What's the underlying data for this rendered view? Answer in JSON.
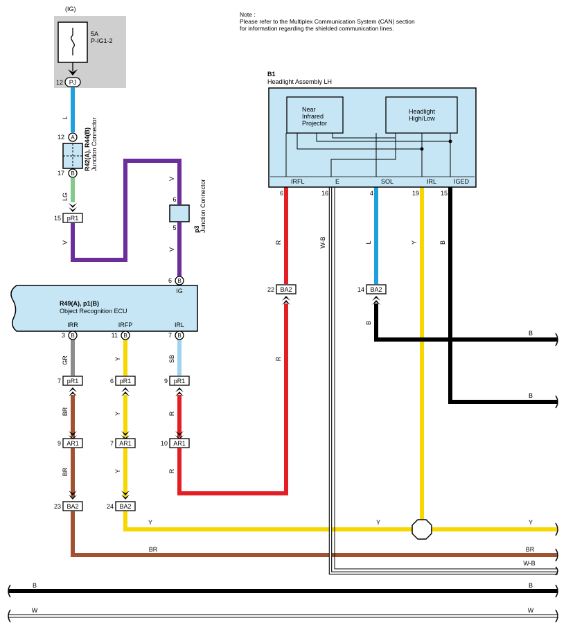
{
  "note": {
    "line1": "Note :",
    "line2": "Please refer to the Multiplex Communication System (CAN) section",
    "line3": "for information regarding the shielded communication lines."
  },
  "fuse": {
    "supply": "(IG)",
    "rating": "5A",
    "name": "P-IG1-2",
    "pin": "12",
    "connector": "PJ"
  },
  "junction_r42": {
    "name": "R42(A), R44(B)",
    "desc": "Junction Connector",
    "pin_top": "12",
    "pin_top_conn": "A",
    "pin_bottom": "17",
    "pin_bottom_conn": "B"
  },
  "junction_p3": {
    "name": "p3",
    "desc": "Junction Connector",
    "pin_top": "6",
    "pin_bottom": "5"
  },
  "ecu": {
    "name": "R49(A), p1(B)",
    "desc": "Object Recognition ECU",
    "ig_label": "IG",
    "ig_pin": "6",
    "ig_conn": "B",
    "terminals": [
      {
        "label": "IRR",
        "pin": "3",
        "conn": "B"
      },
      {
        "label": "IRFP",
        "pin": "11",
        "conn": "B"
      },
      {
        "label": "IRL",
        "pin": "7",
        "conn": "B"
      }
    ]
  },
  "headlight": {
    "name": "B1",
    "desc": "Headlight Assembly LH",
    "box_projector": [
      "Near",
      "Infrared",
      "Projector"
    ],
    "box_headlight": [
      "Headlight",
      "High/Low"
    ],
    "terminals": [
      {
        "label": "IRFL",
        "pin": "6"
      },
      {
        "label": "E",
        "pin": "16"
      },
      {
        "label": "SOL",
        "pin": "4"
      },
      {
        "label": "IRL",
        "pin": "19"
      },
      {
        "label": "IGED",
        "pin": "15"
      }
    ]
  },
  "connectors": {
    "pR1_top": {
      "pin": "15",
      "name": "pR1"
    },
    "pR1_row": [
      {
        "pin": "7",
        "name": "pR1"
      },
      {
        "pin": "6",
        "name": "pR1"
      },
      {
        "pin": "9",
        "name": "pR1"
      }
    ],
    "AR1_row": [
      {
        "pin": "9",
        "name": "AR1"
      },
      {
        "pin": "7",
        "name": "AR1"
      },
      {
        "pin": "10",
        "name": "AR1"
      }
    ],
    "BA2_row": [
      {
        "pin": "23",
        "name": "BA2"
      },
      {
        "pin": "24",
        "name": "BA2"
      }
    ],
    "BA2_irfl": {
      "pin": "22",
      "name": "BA2"
    },
    "BA2_sol": {
      "pin": "14",
      "name": "BA2"
    }
  },
  "wire_labels": {
    "L": "L",
    "LG": "LG",
    "V": "V",
    "GR": "GR",
    "Y": "Y",
    "SB": "SB",
    "BR": "BR",
    "R": "R",
    "B": "B",
    "W": "W",
    "WB": "W-B"
  },
  "wire_colors": {
    "L": "#1e9fe0",
    "LG": "#82c98f",
    "V": "#6c2e9b",
    "GR": "#8c8c8c",
    "Y": "#f7d700",
    "SB": "#9fd4f0",
    "BR": "#a0532e",
    "R": "#e31e24",
    "B": "#000000",
    "W": "#ffffff",
    "component_fill": "#c6e6f5",
    "fuse_box": "#cfcfcf"
  }
}
